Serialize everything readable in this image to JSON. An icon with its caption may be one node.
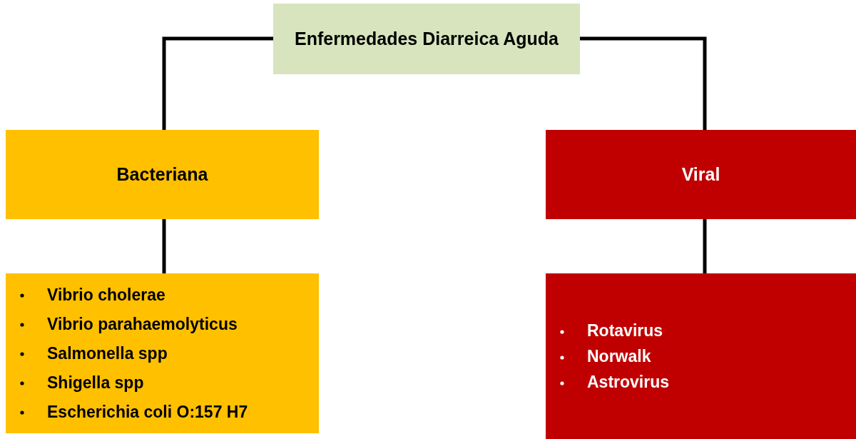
{
  "diagram": {
    "nodes": [
      {
        "text": [
          "Enfermedades Diarreica Aguda"
        ]
      },
      {
        "text": [
          "Bacteriana"
        ]
      },
      {
        "text": [
          "Viral"
        ]
      },
      {
        "text": [
          "Vibrio cholerae",
          "Vibrio parahaemolyticus",
          "Salmonella spp",
          "Shigella spp",
          "Escherichia coli O:157 H7"
        ]
      },
      {
        "text": [
          "Rotavirus",
          "Norwalk",
          "Astrovirus"
        ]
      }
    ],
    "edges": [
      {
        "from": 0,
        "to": 1,
        "arrow": "none"
      },
      {
        "from": 0,
        "to": 2,
        "arrow": "none"
      },
      {
        "from": 1,
        "to": 3,
        "arrow": "none"
      },
      {
        "from": 2,
        "to": 4,
        "arrow": "none"
      }
    ]
  }
}
